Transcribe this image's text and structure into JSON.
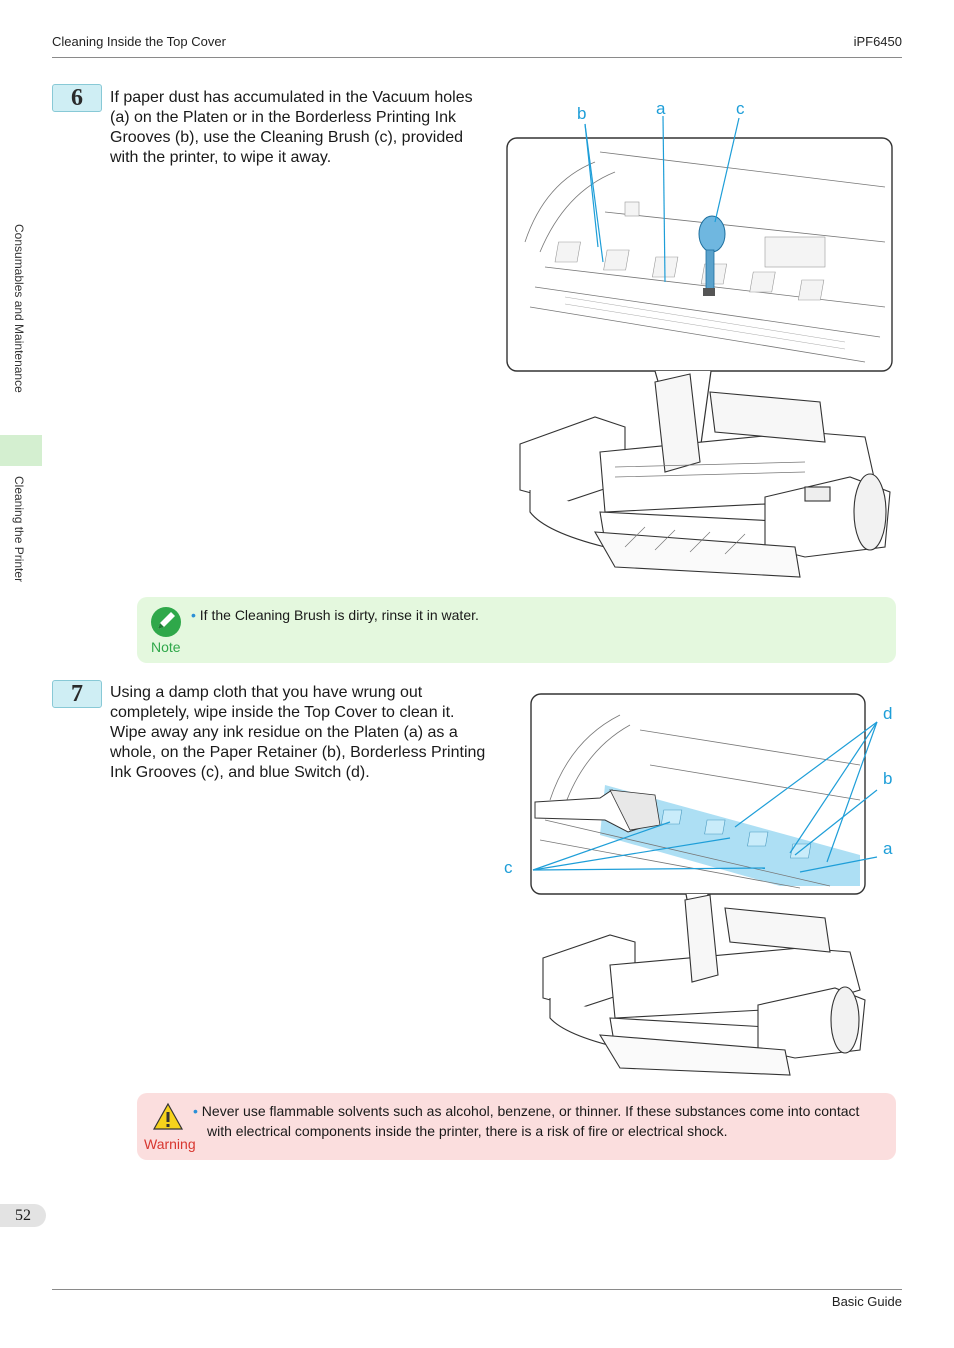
{
  "header": {
    "section_title": "Cleaning Inside the Top Cover",
    "model": "iPF6450"
  },
  "sidebar": {
    "chapter": "Consumables and Maintenance",
    "section": "Cleaning the Printer"
  },
  "step6": {
    "number": "6",
    "text": "If paper dust has accumulated in the Vacuum holes (a) on the Platen or in the Borderless Printing Ink Grooves (b), use the Cleaning Brush (c), provided with the printer, to wipe it away.",
    "callouts": [
      "b",
      "a",
      "c"
    ]
  },
  "note": {
    "label": "Note",
    "text": "If the Cleaning Brush is dirty, rinse it in water."
  },
  "step7": {
    "number": "7",
    "text": "Using a damp cloth that you have wrung out completely, wipe inside the Top Cover to clean it. Wipe away any ink residue on the Platen (a) as a whole, on the Paper Retainer (b), Borderless Printing Ink Grooves (c), and blue Switch (d).",
    "callouts": [
      "d",
      "b",
      "a",
      "c"
    ]
  },
  "warning": {
    "label": "Warning",
    "text": "Never use flammable solvents such as alcohol, benzene, or thinner. If these substances come into contact with electrical components inside the printer, there is a risk of fire or electrical shock."
  },
  "footer": {
    "page_number": "52",
    "guide": "Basic Guide"
  },
  "colors": {
    "callout": "#1e9ed8",
    "note_bg": "#e4f8de",
    "warning_bg": "#fbdede",
    "step_badge": "#cfeef4"
  }
}
